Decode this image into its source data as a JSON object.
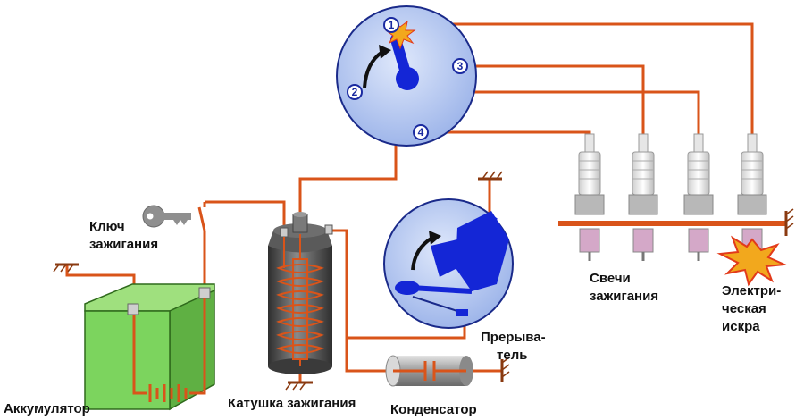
{
  "labels": {
    "battery": "Аккумулятор",
    "key_line1": "Ключ",
    "key_line2": "зажигания",
    "coil": "Катушка зажигания",
    "condenser": "Конденсатор",
    "breaker_line1": "Прерыва-",
    "breaker_line2": "тель",
    "plugs_line1": "Свечи",
    "plugs_line2": "зажигания",
    "spark_line1": "Электри-",
    "spark_line2": "ческая",
    "spark_line3": "искра"
  },
  "distributor_contacts": [
    "1",
    "2",
    "3",
    "4"
  ],
  "colors": {
    "wire": "#d9541a",
    "distributor_fill": "#b9cdf4",
    "rotor": "#1426d6",
    "battery": "#7cd45e",
    "coil": "#555555",
    "spark": "#f2a81d"
  },
  "icons": {
    "key": "key-icon",
    "spark": "spark-icon",
    "ground": "ground-icon"
  }
}
